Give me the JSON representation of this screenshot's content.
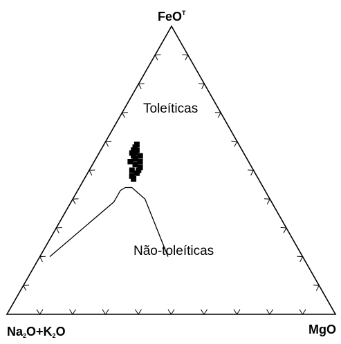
{
  "chart_data": {
    "type": "ternary",
    "apices": {
      "top": {
        "base": "FeO",
        "sup": "T"
      },
      "left": {
        "parts": [
          "Na",
          "2",
          "O+K",
          "2",
          "O"
        ]
      },
      "right": "MgO"
    },
    "field_labels": {
      "upper": "Toleíticas",
      "lower": "Não-toleíticas"
    },
    "tick_step": 0.1,
    "boundary_line": [
      {
        "FeO": 0.2,
        "Na2O+K2O": 0.77,
        "MgO": 0.03
      },
      {
        "FeO": 0.39,
        "Na2O+K2O": 0.48,
        "MgO": 0.13
      },
      {
        "FeO": 0.43,
        "Na2O+K2O": 0.44,
        "MgO": 0.13
      },
      {
        "FeO": 0.44,
        "Na2O+K2O": 0.42,
        "MgO": 0.14
      },
      {
        "FeO": 0.44,
        "Na2O+K2O": 0.4,
        "MgO": 0.16
      },
      {
        "FeO": 0.4,
        "Na2O+K2O": 0.38,
        "MgO": 0.22
      },
      {
        "FeO": 0.2,
        "Na2O+K2O": 0.41,
        "MgO": 0.39
      }
    ],
    "samples": [
      {
        "FeO": 0.59,
        "Na2O+K2O": 0.31,
        "MgO": 0.1
      },
      {
        "FeO": 0.58,
        "Na2O+K2O": 0.32,
        "MgO": 0.1
      },
      {
        "FeO": 0.57,
        "Na2O+K2O": 0.33,
        "MgO": 0.1
      },
      {
        "FeO": 0.56,
        "Na2O+K2O": 0.33,
        "MgO": 0.11
      },
      {
        "FeO": 0.55,
        "Na2O+K2O": 0.34,
        "MgO": 0.11
      },
      {
        "FeO": 0.54,
        "Na2O+K2O": 0.34,
        "MgO": 0.12
      },
      {
        "FeO": 0.52,
        "Na2O+K2O": 0.35,
        "MgO": 0.13
      },
      {
        "FeO": 0.5,
        "Na2O+K2O": 0.37,
        "MgO": 0.13
      },
      {
        "FeO": 0.48,
        "Na2O+K2O": 0.38,
        "MgO": 0.14
      },
      {
        "FeO": 0.56,
        "Na2O+K2O": 0.34,
        "MgO": 0.1
      },
      {
        "FeO": 0.55,
        "Na2O+K2O": 0.32,
        "MgO": 0.13
      },
      {
        "FeO": 0.53,
        "Na2O+K2O": 0.33,
        "MgO": 0.14
      },
      {
        "FeO": 0.51,
        "Na2O+K2O": 0.34,
        "MgO": 0.15
      },
      {
        "FeO": 0.49,
        "Na2O+K2O": 0.36,
        "MgO": 0.15
      },
      {
        "FeO": 0.57,
        "Na2O+K2O": 0.32,
        "MgO": 0.11
      },
      {
        "FeO": 0.53,
        "Na2O+K2O": 0.36,
        "MgO": 0.11
      },
      {
        "FeO": 0.5,
        "Na2O+K2O": 0.35,
        "MgO": 0.15
      },
      {
        "FeO": 0.47,
        "Na2O+K2O": 0.38,
        "MgO": 0.15
      }
    ]
  }
}
